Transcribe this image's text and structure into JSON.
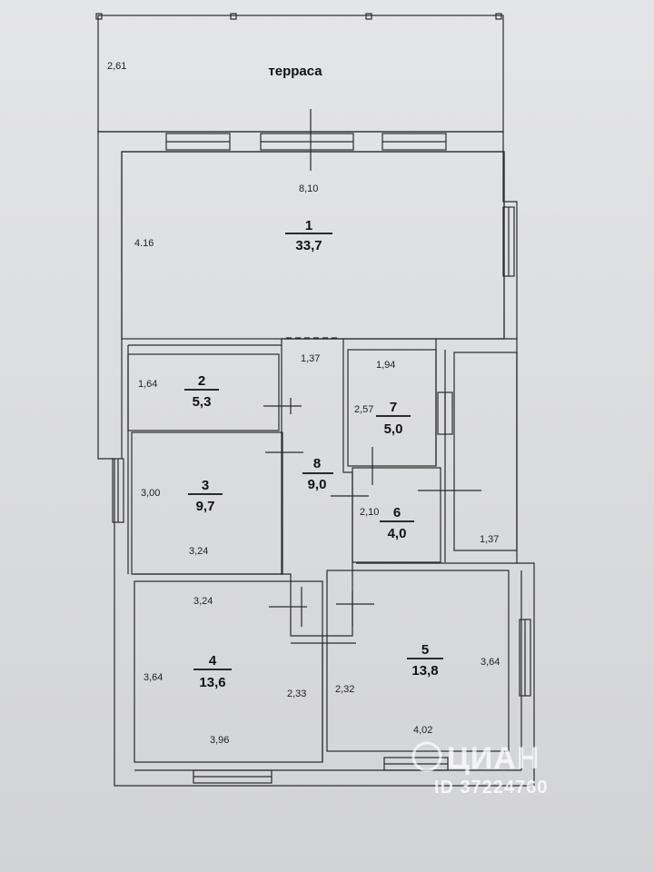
{
  "terrace": {
    "label": "терраса",
    "dimension": "2,61"
  },
  "rooms": [
    {
      "number": "1",
      "area": "33,7",
      "dims": [
        "8,10",
        "4.16"
      ]
    },
    {
      "number": "2",
      "area": "5,3",
      "dims": [
        "1,64"
      ]
    },
    {
      "number": "3",
      "area": "9,7",
      "dims": [
        "3,00",
        "3,24"
      ]
    },
    {
      "number": "4",
      "area": "13,6",
      "dims": [
        "3,24",
        "3,64",
        "2,33",
        "3,96"
      ]
    },
    {
      "number": "5",
      "area": "13,8",
      "dims": [
        "2,32",
        "3,64",
        "4,02"
      ]
    },
    {
      "number": "6",
      "area": "4,0",
      "dims": [
        "2,10"
      ]
    },
    {
      "number": "7",
      "area": "5,0",
      "dims": [
        "1,94",
        "2,57"
      ]
    },
    {
      "number": "8",
      "area": "9,0",
      "dims": [
        "1,37"
      ]
    }
  ],
  "corridor_right": {
    "dimension": "1,37"
  },
  "watermark": {
    "logo": "ЦИАН",
    "id": "ID 37224760"
  },
  "colors": {
    "paper": "#dcdde0",
    "wall": "#2b2b2b"
  }
}
